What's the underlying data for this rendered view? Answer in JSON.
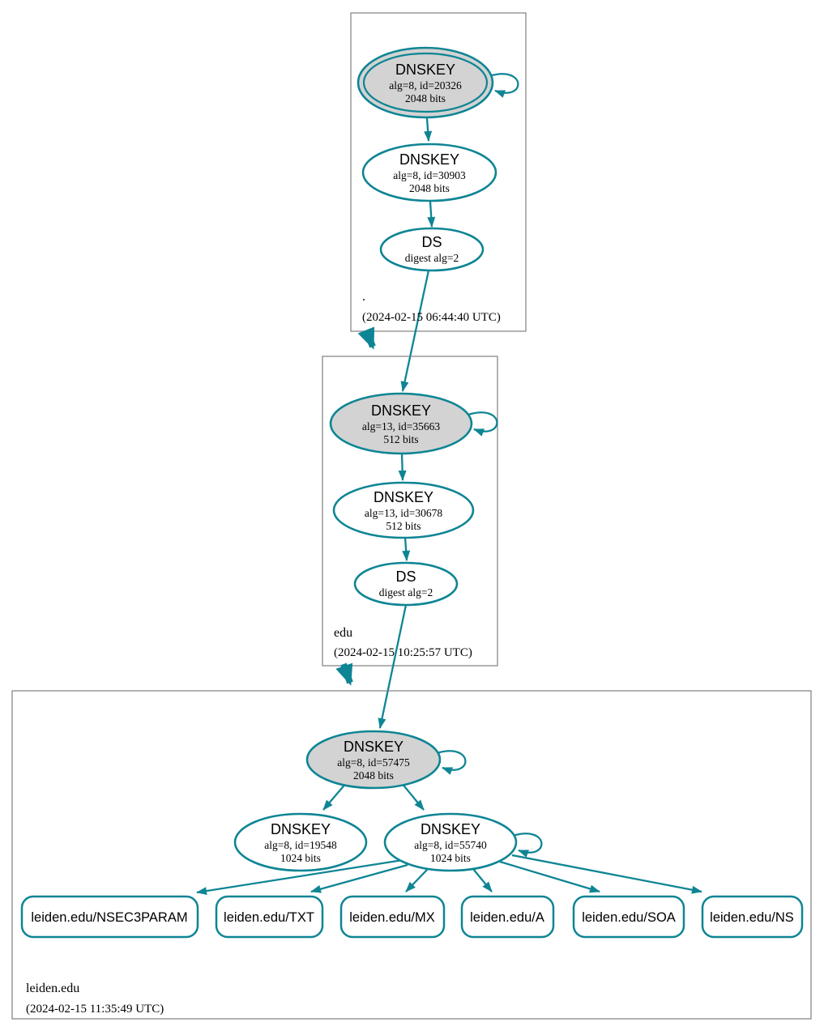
{
  "colors": {
    "secure_edge": "#0e8594",
    "sep_key_fill": "#d3d3d3",
    "node_fill": "#ffffff",
    "zone_box_border": "#7f7f7f",
    "text": "#000000"
  },
  "zones": [
    {
      "name": ".",
      "timestamp": "(2024-02-15 06:44:40 UTC)",
      "ksk": {
        "title": "DNSKEY",
        "alg": "alg=8, id=20326",
        "bits": "2048 bits"
      },
      "zsk": {
        "title": "DNSKEY",
        "alg": "alg=8, id=30903",
        "bits": "2048 bits"
      },
      "ds": {
        "title": "DS",
        "alg": "digest alg=2"
      }
    },
    {
      "name": "edu",
      "timestamp": "(2024-02-15 10:25:57 UTC)",
      "ksk": {
        "title": "DNSKEY",
        "alg": "alg=13, id=35663",
        "bits": "512 bits"
      },
      "zsk": {
        "title": "DNSKEY",
        "alg": "alg=13, id=30678",
        "bits": "512 bits"
      },
      "ds": {
        "title": "DS",
        "alg": "digest alg=2"
      }
    },
    {
      "name": "leiden.edu",
      "timestamp": "(2024-02-15 11:35:49 UTC)",
      "ksk": {
        "title": "DNSKEY",
        "alg": "alg=8, id=57475",
        "bits": "2048 bits"
      },
      "zsk1": {
        "title": "DNSKEY",
        "alg": "alg=8, id=19548",
        "bits": "1024 bits"
      },
      "zsk2": {
        "title": "DNSKEY",
        "alg": "alg=8, id=55740",
        "bits": "1024 bits"
      },
      "rrsets": [
        "leiden.edu/NSEC3PARAM",
        "leiden.edu/TXT",
        "leiden.edu/MX",
        "leiden.edu/A",
        "leiden.edu/SOA",
        "leiden.edu/NS"
      ]
    }
  ]
}
